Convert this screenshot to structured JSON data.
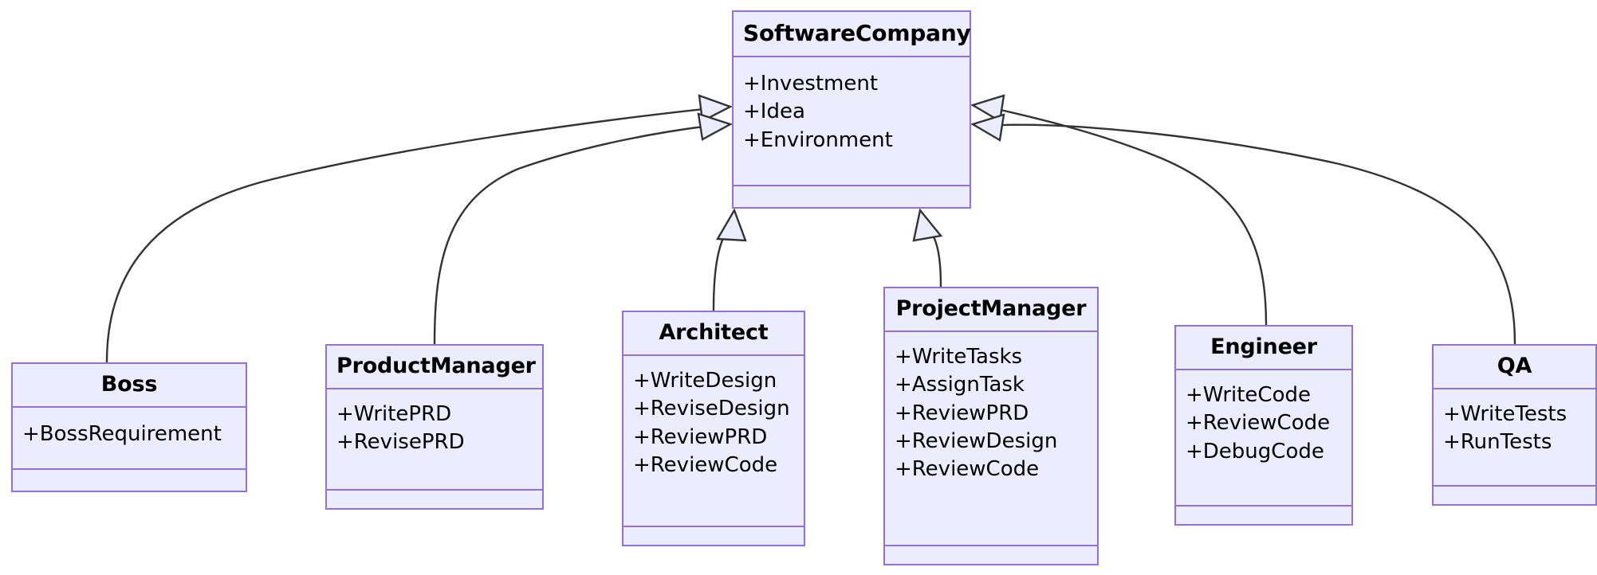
{
  "diagram": {
    "type": "uml-class-diagram",
    "relationship": "generalization",
    "style": {
      "node_fill": "#ECECFF",
      "node_border": "#9370DB",
      "edge_color": "#333333",
      "text_color": "#000000",
      "background": "#FFFFFF"
    },
    "classes": [
      {
        "id": "softwarecompany",
        "name": "SoftwareCompany",
        "attributes": [
          "+Investment",
          "+Idea",
          "+Environment"
        ],
        "methods": []
      },
      {
        "id": "boss",
        "name": "Boss",
        "attributes": [
          "+BossRequirement"
        ],
        "methods": []
      },
      {
        "id": "productmanager",
        "name": "ProductManager",
        "attributes": [
          "+WritePRD",
          "+RevisePRD"
        ],
        "methods": []
      },
      {
        "id": "architect",
        "name": "Architect",
        "attributes": [
          "+WriteDesign",
          "+ReviseDesign",
          "+ReviewPRD",
          "+ReviewCode"
        ],
        "methods": []
      },
      {
        "id": "projectmanager",
        "name": "ProjectManager",
        "attributes": [
          "+WriteTasks",
          "+AssignTask",
          "+ReviewPRD",
          "+ReviewDesign",
          "+ReviewCode"
        ],
        "methods": []
      },
      {
        "id": "engineer",
        "name": "Engineer",
        "attributes": [
          "+WriteCode",
          "+ReviewCode",
          "+DebugCode"
        ],
        "methods": []
      },
      {
        "id": "qa",
        "name": "QA",
        "attributes": [
          "+WriteTests",
          "+RunTests"
        ],
        "methods": []
      }
    ],
    "edges": [
      {
        "from": "boss",
        "to": "softwarecompany",
        "kind": "generalization"
      },
      {
        "from": "productmanager",
        "to": "softwarecompany",
        "kind": "generalization"
      },
      {
        "from": "architect",
        "to": "softwarecompany",
        "kind": "generalization"
      },
      {
        "from": "projectmanager",
        "to": "softwarecompany",
        "kind": "generalization"
      },
      {
        "from": "engineer",
        "to": "softwarecompany",
        "kind": "generalization"
      },
      {
        "from": "qa",
        "to": "softwarecompany",
        "kind": "generalization"
      }
    ]
  }
}
